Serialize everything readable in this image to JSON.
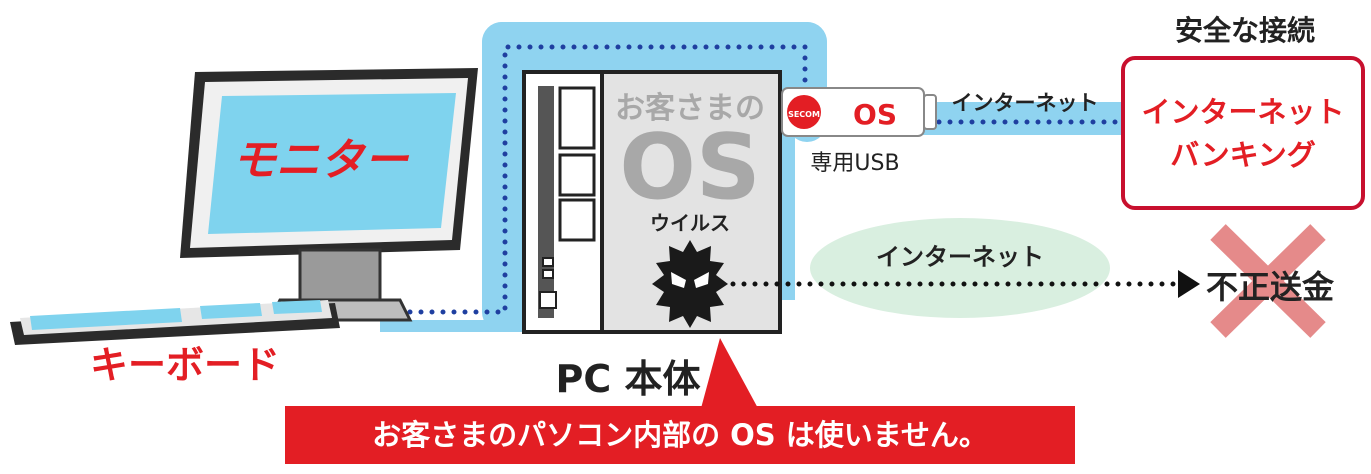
{
  "labels": {
    "monitor": "モニター",
    "keyboard": "キーボード",
    "pc_body": "PC 本体",
    "customer_os_line1": "お客さまの",
    "customer_os_line2": "OS",
    "virus": "ウイルス",
    "usb_os": "OS",
    "usb_brand": "SECOM",
    "usb_caption": "専用USB",
    "internet_top": "インターネット",
    "internet_bottom": "インターネット",
    "safe_connection": "安全な接続",
    "banking_line1": "インターネット",
    "banking_line2": "バンキング",
    "fraud": "不正送金",
    "callout": "お客さまのパソコン内部の OS は使いません。"
  },
  "colors": {
    "accent_red": "#e31e24",
    "path_blue": "#8fd3f0",
    "dot_blue": "#1f3fa0",
    "cloud_green": "#d9efe0",
    "cross_red": "#e58a8a",
    "banking_border": "#c8102e"
  }
}
